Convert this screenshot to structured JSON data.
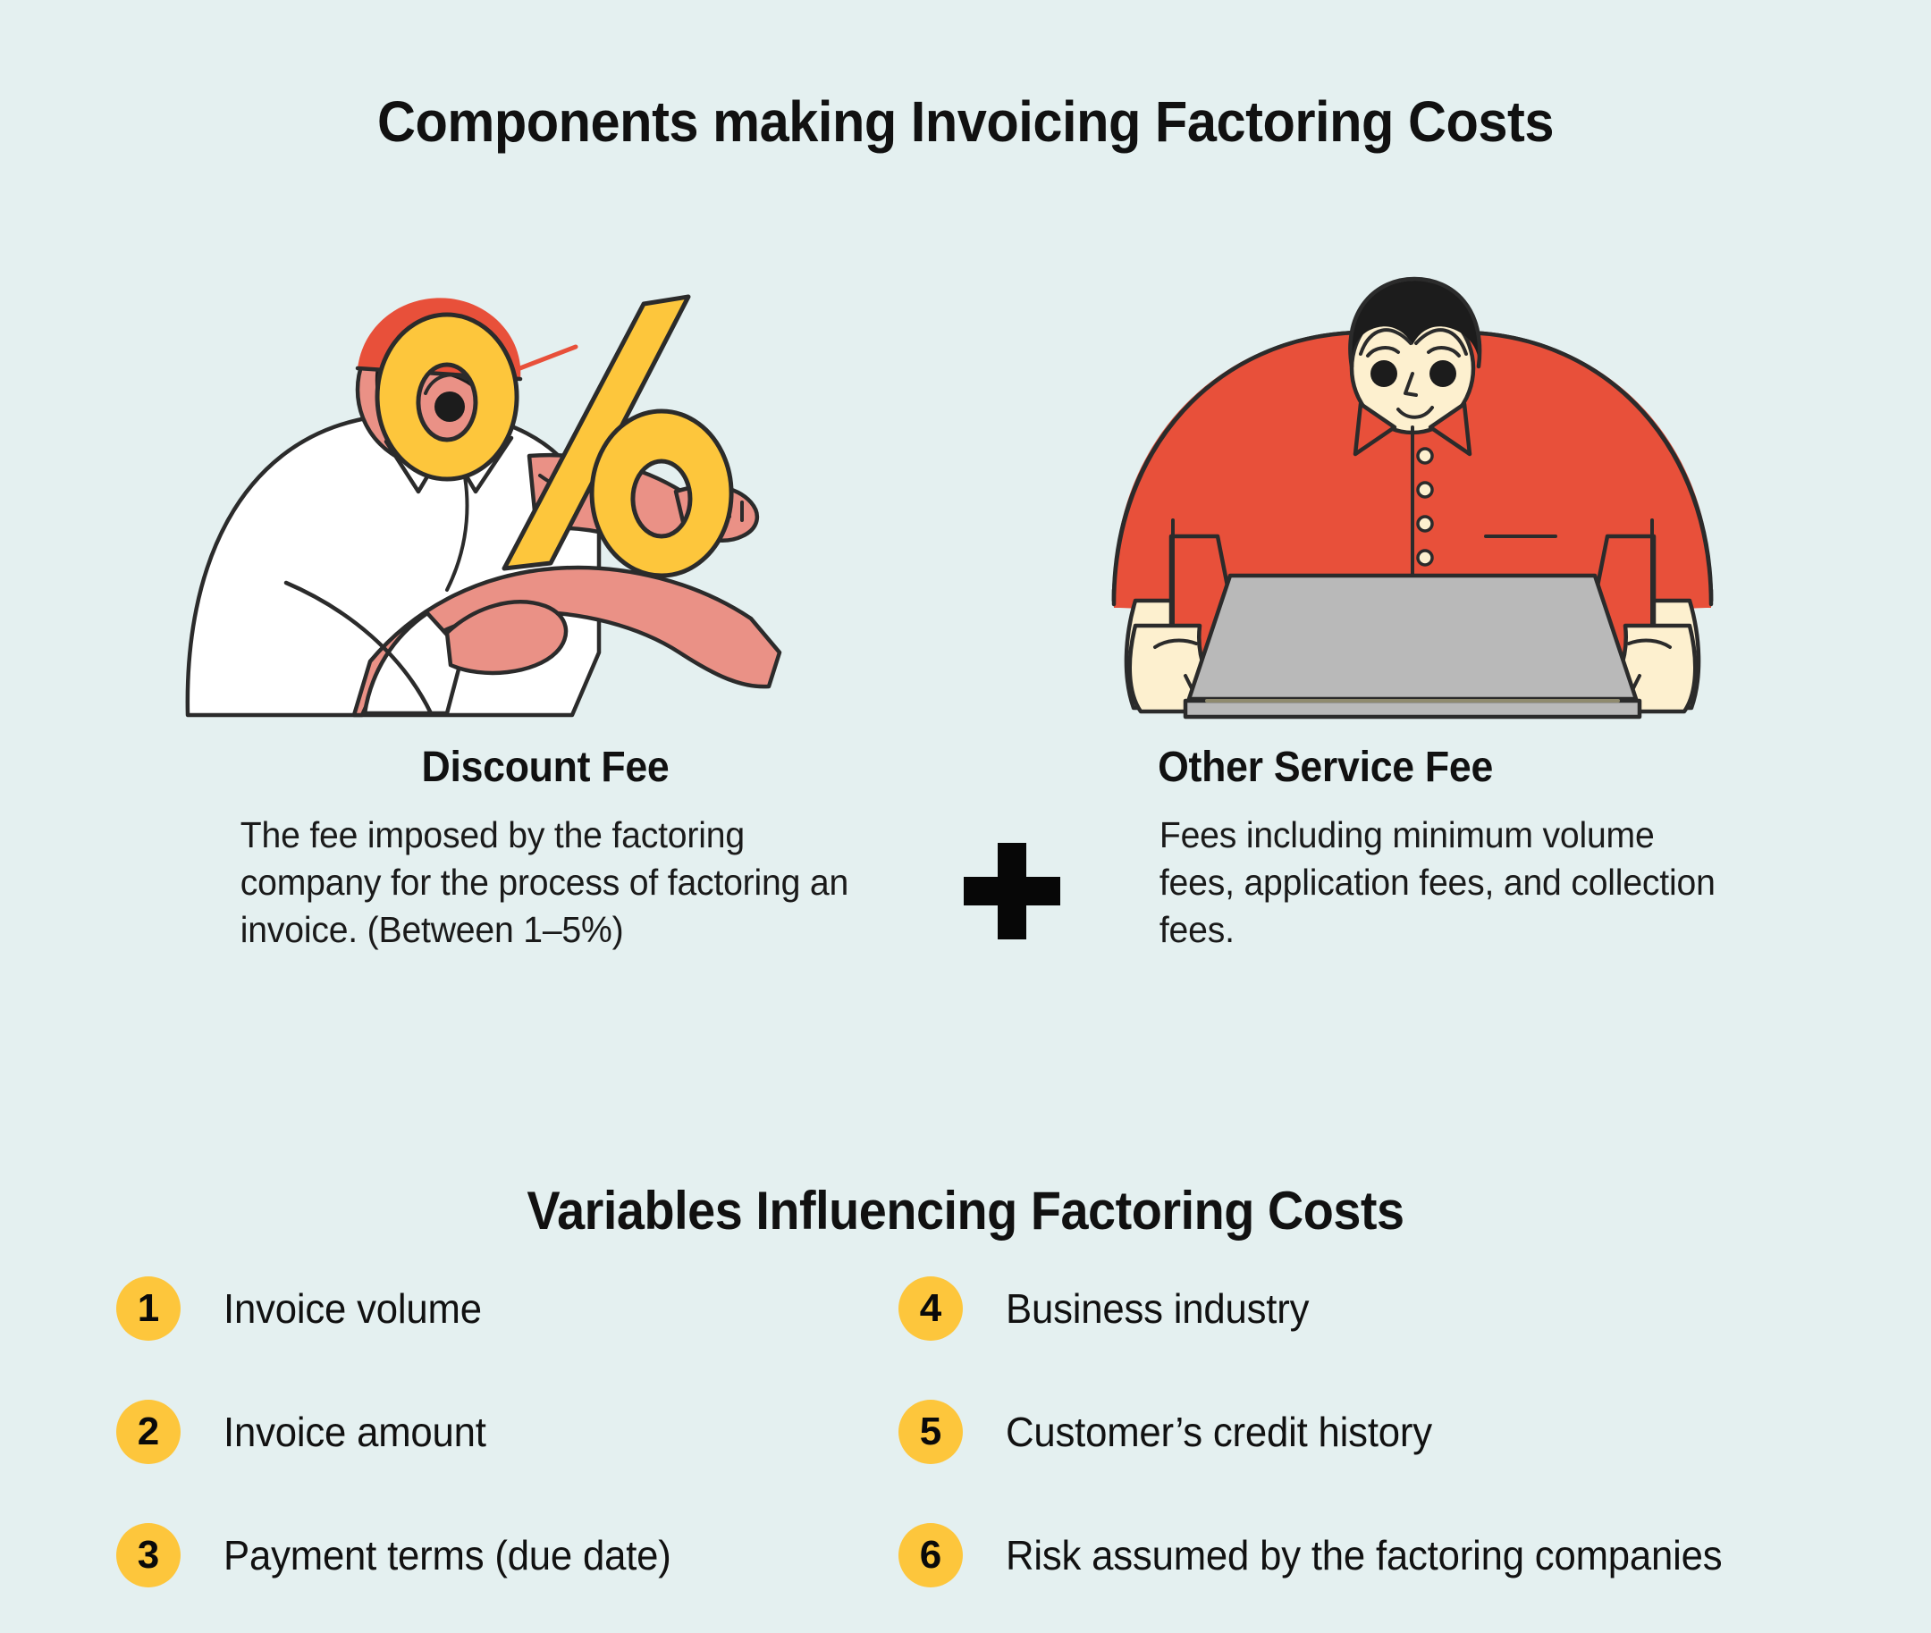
{
  "theme": {
    "background": "#e4f0f0",
    "accent_yellow": "#fdc63c",
    "accent_red": "#e8503a",
    "skin_pink": "#ea9186",
    "skin_cream": "#fdf0cf",
    "line": "#2b2b2b",
    "text": "#111111",
    "laptop_gray": "#b9b9b9"
  },
  "header": {
    "title": "Components making Invoicing Factoring Costs"
  },
  "operator": {
    "symbol": "+",
    "name": "plus-sign"
  },
  "components": [
    {
      "id": "discount-fee",
      "illustration": "man-in-red-cap-holding-percent-sign",
      "title": "Discount Fee",
      "description": "The fee imposed by the factoring company for the process of factoring an invoice. (Between 1–5%)"
    },
    {
      "id": "other-service-fee",
      "illustration": "man-in-red-shirt-working-on-laptop",
      "title": "Other Service Fee",
      "description": "Fees including minimum volume fees, application fees, and collection fees."
    }
  ],
  "variables_section": {
    "title": "Variables Influencing Factoring Costs",
    "columns": [
      {
        "items": [
          {
            "number": "1",
            "label": "Invoice volume"
          },
          {
            "number": "2",
            "label": "Invoice amount"
          },
          {
            "number": "3",
            "label": "Payment terms (due date)"
          }
        ]
      },
      {
        "items": [
          {
            "number": "4",
            "label": "Business industry"
          },
          {
            "number": "5",
            "label": "Customer’s credit history"
          },
          {
            "number": "6",
            "label": "Risk assumed by the factoring companies"
          }
        ]
      }
    ]
  }
}
